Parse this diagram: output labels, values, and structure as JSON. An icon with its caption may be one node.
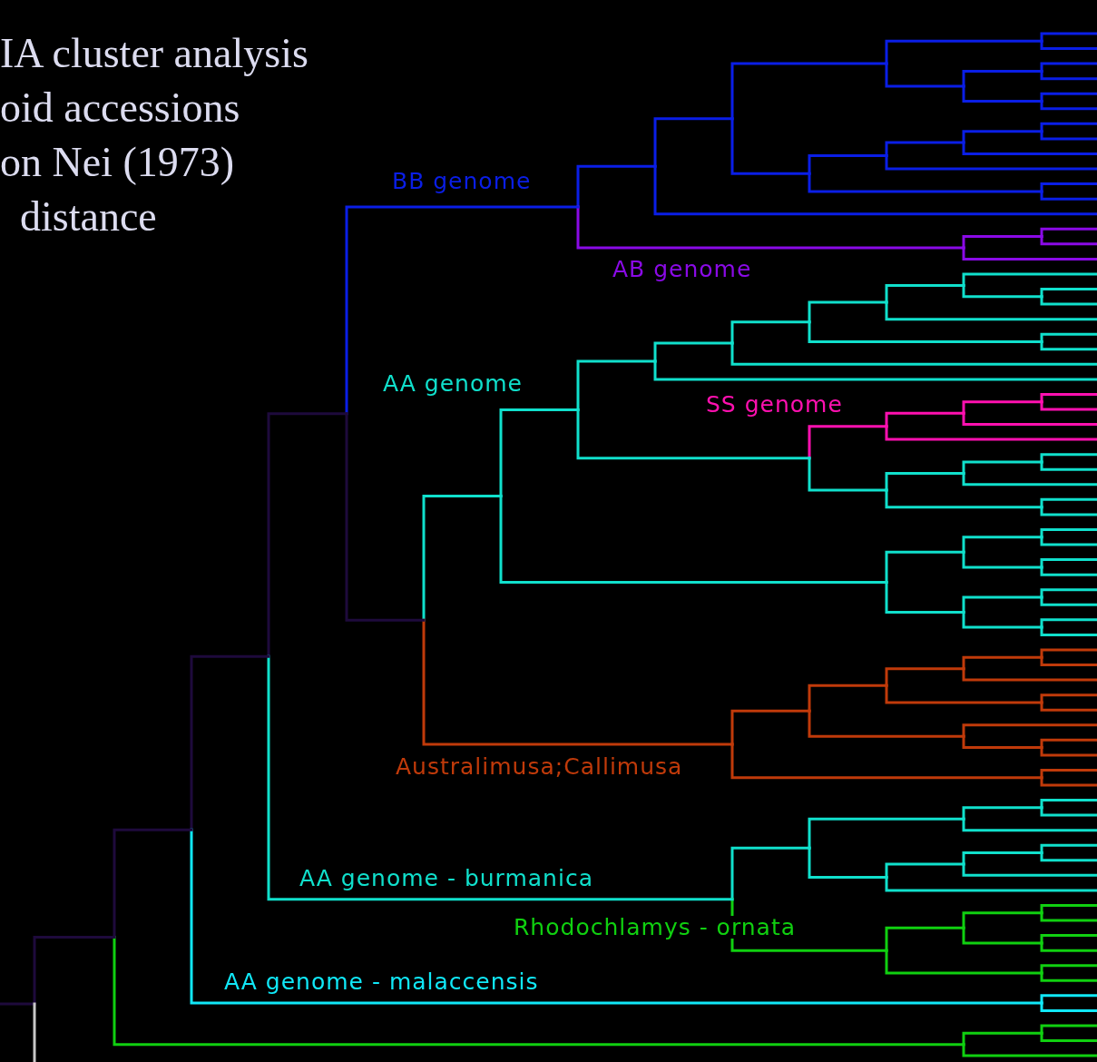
{
  "diagram": {
    "labels": [
      "IA cluster analysis",
      "oid accessions",
      "on Nei (1973)",
      "distance",
      "BB genome",
      "AB genome",
      "AA genome",
      "SS genome",
      "Australimusa;Callimusa",
      "AA genome - burmanica",
      "Rhodochlamys - ornata",
      "AA genome - malaccensis"
    ]
  }
}
